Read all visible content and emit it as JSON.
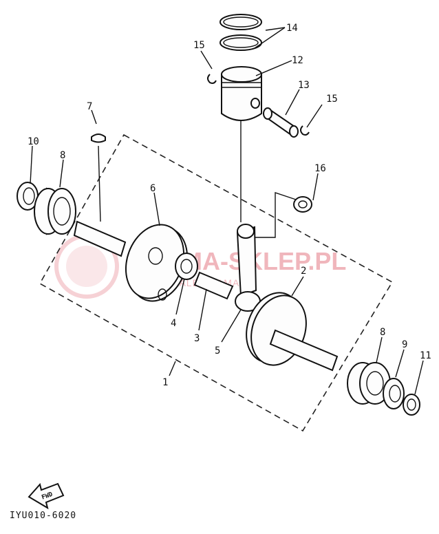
{
  "diagram": {
    "drawing_code": "IYU010-6020",
    "fwd_label": "FWD",
    "watermark": {
      "line1": "OMA-SKLEP.PL",
      "line2": "W... DEALER YAMAHA",
      "color": "#e47c86"
    },
    "callouts": [
      {
        "id": "c1",
        "label": "1"
      },
      {
        "id": "c2",
        "label": "2"
      },
      {
        "id": "c3",
        "label": "3"
      },
      {
        "id": "c4",
        "label": "4"
      },
      {
        "id": "c5",
        "label": "5"
      },
      {
        "id": "c6",
        "label": "6"
      },
      {
        "id": "c7",
        "label": "7"
      },
      {
        "id": "c8a",
        "label": "8"
      },
      {
        "id": "c8b",
        "label": "8"
      },
      {
        "id": "c9",
        "label": "9"
      },
      {
        "id": "c10",
        "label": "10"
      },
      {
        "id": "c11",
        "label": "11"
      },
      {
        "id": "c12",
        "label": "12"
      },
      {
        "id": "c13",
        "label": "13"
      },
      {
        "id": "c14",
        "label": "14"
      },
      {
        "id": "c15a",
        "label": "15"
      },
      {
        "id": "c15b",
        "label": "15"
      },
      {
        "id": "c16",
        "label": "16"
      }
    ]
  }
}
